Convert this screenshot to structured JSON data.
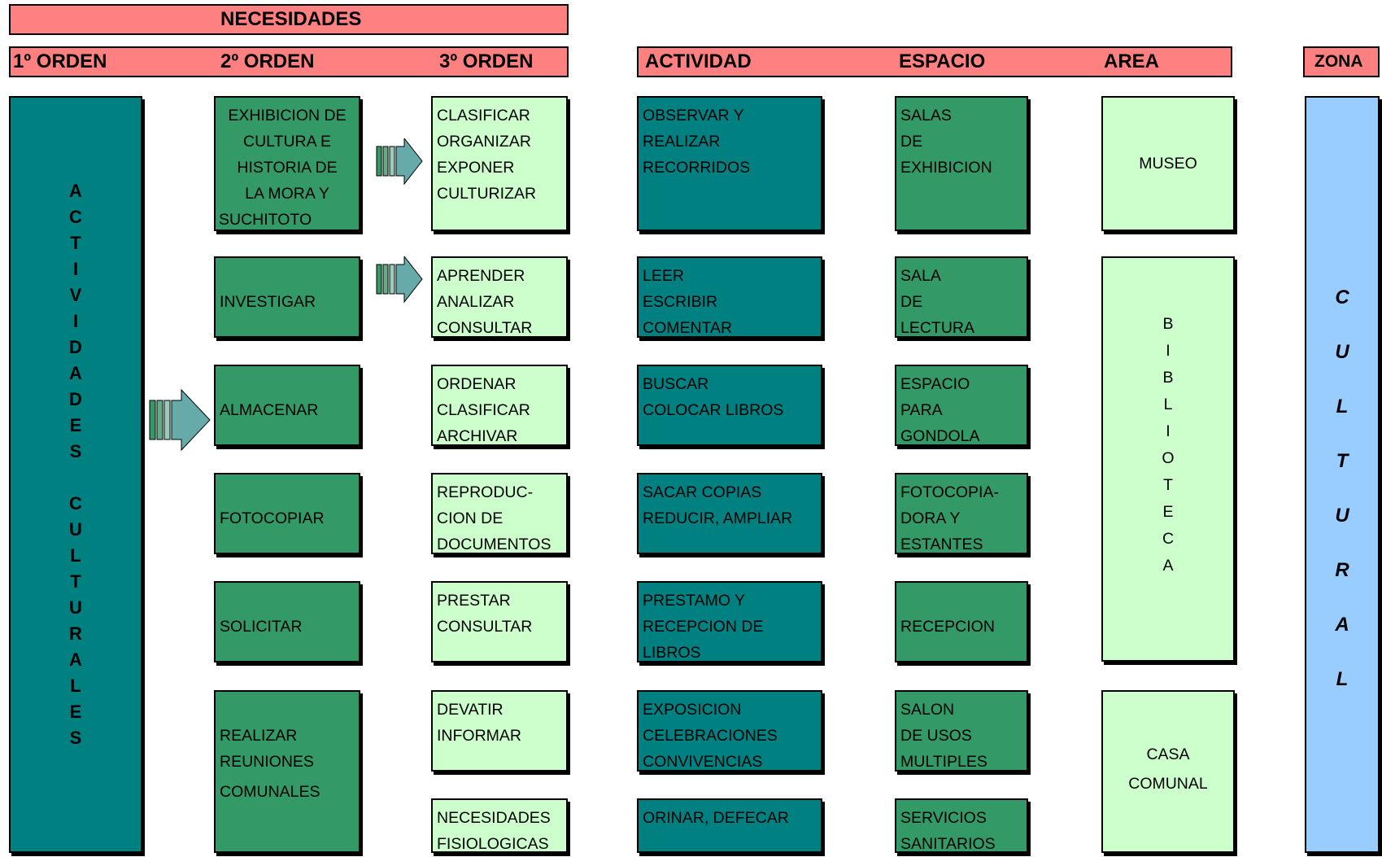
{
  "header": {
    "necesidades": "NECESIDADES",
    "orden1": "1º ORDEN",
    "orden2": "2º ORDEN",
    "orden3": "3º ORDEN",
    "actividad": "ACTIVIDAD",
    "espacio": "ESPACIO",
    "area": "AREA",
    "zona": "ZONA"
  },
  "first_order_letters": [
    "A",
    "C",
    "T",
    "I",
    "V",
    "I",
    "D",
    "A",
    "D",
    "E",
    "S",
    "",
    "C",
    "U",
    "L",
    "T",
    "U",
    "R",
    "A",
    "L",
    "E",
    "S"
  ],
  "zone_letters": [
    "C",
    "U",
    "L",
    "T",
    "U",
    "R",
    "A",
    "L"
  ],
  "biblioteca_letters": [
    "B",
    "I",
    "B",
    "L",
    "I",
    "O",
    "T",
    "E",
    "C",
    "A"
  ],
  "rows": [
    {
      "orden2": [
        "EXHIBICION DE",
        "CULTURA E",
        "HISTORIA DE",
        "LA MORA Y",
        "SUCHITOTO"
      ],
      "orden3": [
        "CLASIFICAR",
        "ORGANIZAR",
        "EXPONER",
        "CULTURIZAR"
      ],
      "actividad": [
        "OBSERVAR Y",
        "REALIZAR",
        "RECORRIDOS"
      ],
      "espacio": [
        "SALAS",
        "DE",
        "EXHIBICION"
      ]
    },
    {
      "orden2": [
        "INVESTIGAR"
      ],
      "orden3": [
        "APRENDER",
        "ANALIZAR",
        "CONSULTAR"
      ],
      "actividad": [
        "LEER",
        "ESCRIBIR",
        "COMENTAR"
      ],
      "espacio": [
        "SALA",
        "DE",
        "LECTURA"
      ]
    },
    {
      "orden2": [
        "ALMACENAR"
      ],
      "orden3": [
        "ORDENAR",
        "CLASIFICAR",
        "ARCHIVAR"
      ],
      "actividad": [
        "BUSCAR",
        "COLOCAR LIBROS"
      ],
      "espacio": [
        "ESPACIO",
        "PARA",
        "GONDOLA"
      ]
    },
    {
      "orden2": [
        "FOTOCOPIAR"
      ],
      "orden3": [
        "REPRODUC-",
        "CION DE",
        "DOCUMENTOS"
      ],
      "actividad": [
        "SACAR COPIAS",
        "REDUCIR, AMPLIAR"
      ],
      "espacio": [
        "FOTOCOPIA-",
        "DORA Y",
        "ESTANTES"
      ]
    },
    {
      "orden2": [
        "SOLICITAR"
      ],
      "orden3": [
        "PRESTAR",
        "CONSULTAR"
      ],
      "actividad": [
        "PRESTAMO Y",
        "RECEPCION DE",
        "LIBROS"
      ],
      "espacio": [
        "RECEPCION"
      ]
    },
    {
      "orden2": [
        "REALIZAR",
        "REUNIONES",
        "COMUNALES"
      ],
      "orden3": [
        "DEVATIR",
        "INFORMAR"
      ],
      "actividad": [
        "EXPOSICION",
        "CELEBRACIONES",
        "CONVIVENCIAS"
      ],
      "espacio": [
        "SALON",
        "DE USOS",
        "MULTIPLES"
      ]
    },
    {
      "orden3": [
        "NECESIDADES",
        "FISIOLOGICAS"
      ],
      "actividad": [
        "ORINAR, DEFECAR"
      ],
      "espacio": [
        "SERVICIOS",
        "SANITARIOS"
      ]
    }
  ],
  "areas": {
    "museo": "MUSEO",
    "casa_comunal": [
      "CASA",
      "COMUNAL"
    ]
  },
  "colors": {
    "header": "#ff8080",
    "teal": "#008080",
    "green": "#339966",
    "light_green": "#ccffcc",
    "blue": "#99ccff"
  }
}
